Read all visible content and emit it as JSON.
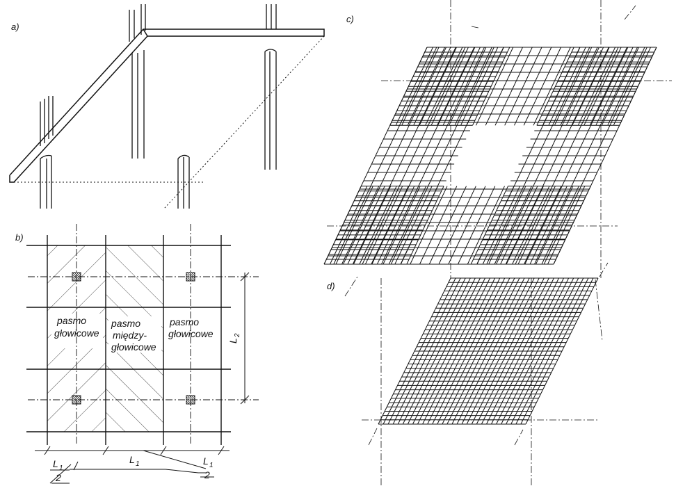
{
  "panels": {
    "a": "a)",
    "b": "b)",
    "c": "c)",
    "d": "d)"
  },
  "strips": {
    "column_strip_left": [
      "pasmo",
      "głowicowe"
    ],
    "middle_strip": [
      "pasmo",
      "między-",
      "głowicowe"
    ],
    "column_strip_right": [
      "pasmo",
      "głowicowe"
    ]
  },
  "dimensions": {
    "L": "L",
    "sub1": "1",
    "sub2": "2",
    "half_den": "2"
  }
}
